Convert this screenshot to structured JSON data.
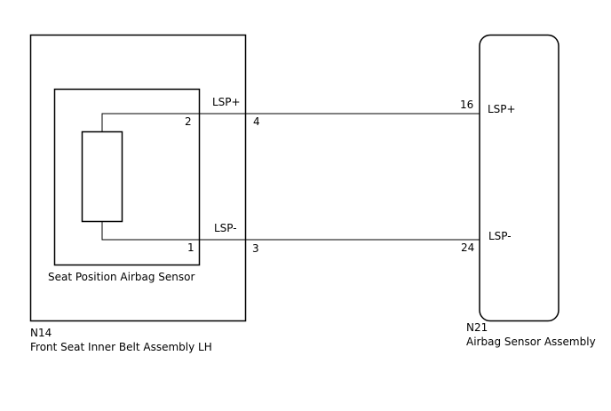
{
  "diagram": {
    "left_assembly": {
      "code": "N14",
      "name": "Front Seat Inner Belt Assembly LH",
      "inner_component": {
        "name": "Seat Position Airbag Sensor",
        "pins": {
          "top": "2",
          "bottom": "1"
        }
      },
      "outer_pins": {
        "top": "4",
        "bottom": "3"
      }
    },
    "right_assembly": {
      "code": "N21",
      "name": "Airbag Sensor Assembly",
      "pins": {
        "top": "16",
        "bottom": "24"
      },
      "signals": {
        "top": "LSP+",
        "bottom": "LSP-"
      }
    },
    "wires": {
      "top_label": "LSP+",
      "bottom_label": "LSP-"
    }
  }
}
